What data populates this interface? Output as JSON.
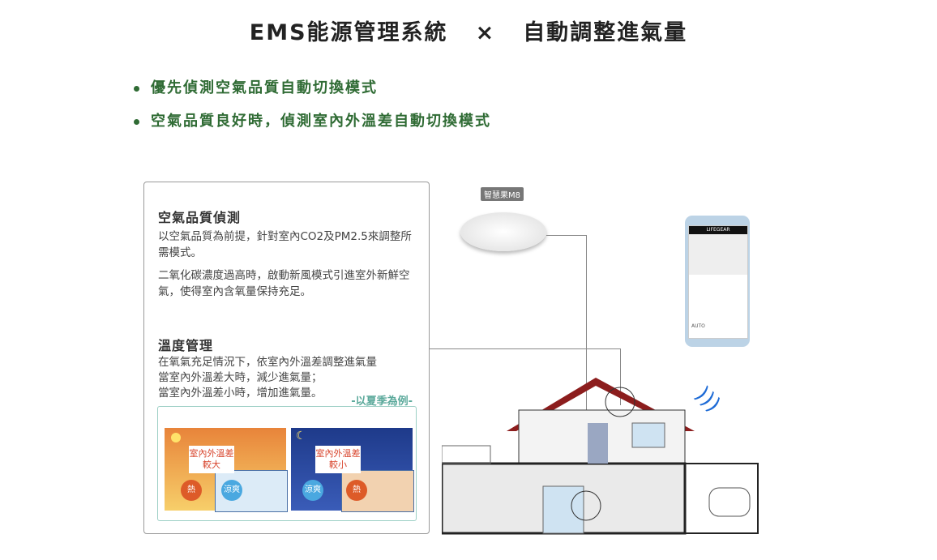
{
  "title": {
    "left": "EMS能源管理系統",
    "sep": "×",
    "right": "自動調整進氣量"
  },
  "bullets": [
    "優先偵測空氣品質自動切換模式",
    "空氣品質良好時，偵測室內外溫差自動切換模式"
  ],
  "card": {
    "air": {
      "heading": "空氣品質偵測",
      "p1": "以空氣品質為前提，針對室內CO2及PM2.5來調整所需模式。",
      "p2": "二氧化碳濃度過高時，啟動新風模式引進室外新鮮空氣，使得室內含氧量保持充足。"
    },
    "temp": {
      "heading": "溫度管理",
      "l1": "在氧氣充足情況下，依室內外溫差調整進氣量",
      "l2": "當室內外溫差大時，減少進氣量；",
      "l3": "當室內外溫差小時，增加進氣量。"
    },
    "example": {
      "tag": "-以夏季為例-",
      "day": {
        "label1": "室內外溫差",
        "label2": "較大",
        "hot": "熱",
        "cool": "涼爽"
      },
      "night": {
        "label1": "室內外溫差",
        "label2": "較小",
        "hot": "熱",
        "cool": "涼爽"
      }
    }
  },
  "device": {
    "label": "智慧果M8"
  },
  "phone": {
    "brand": "LIFEGEAR",
    "mode": "AUTO"
  }
}
